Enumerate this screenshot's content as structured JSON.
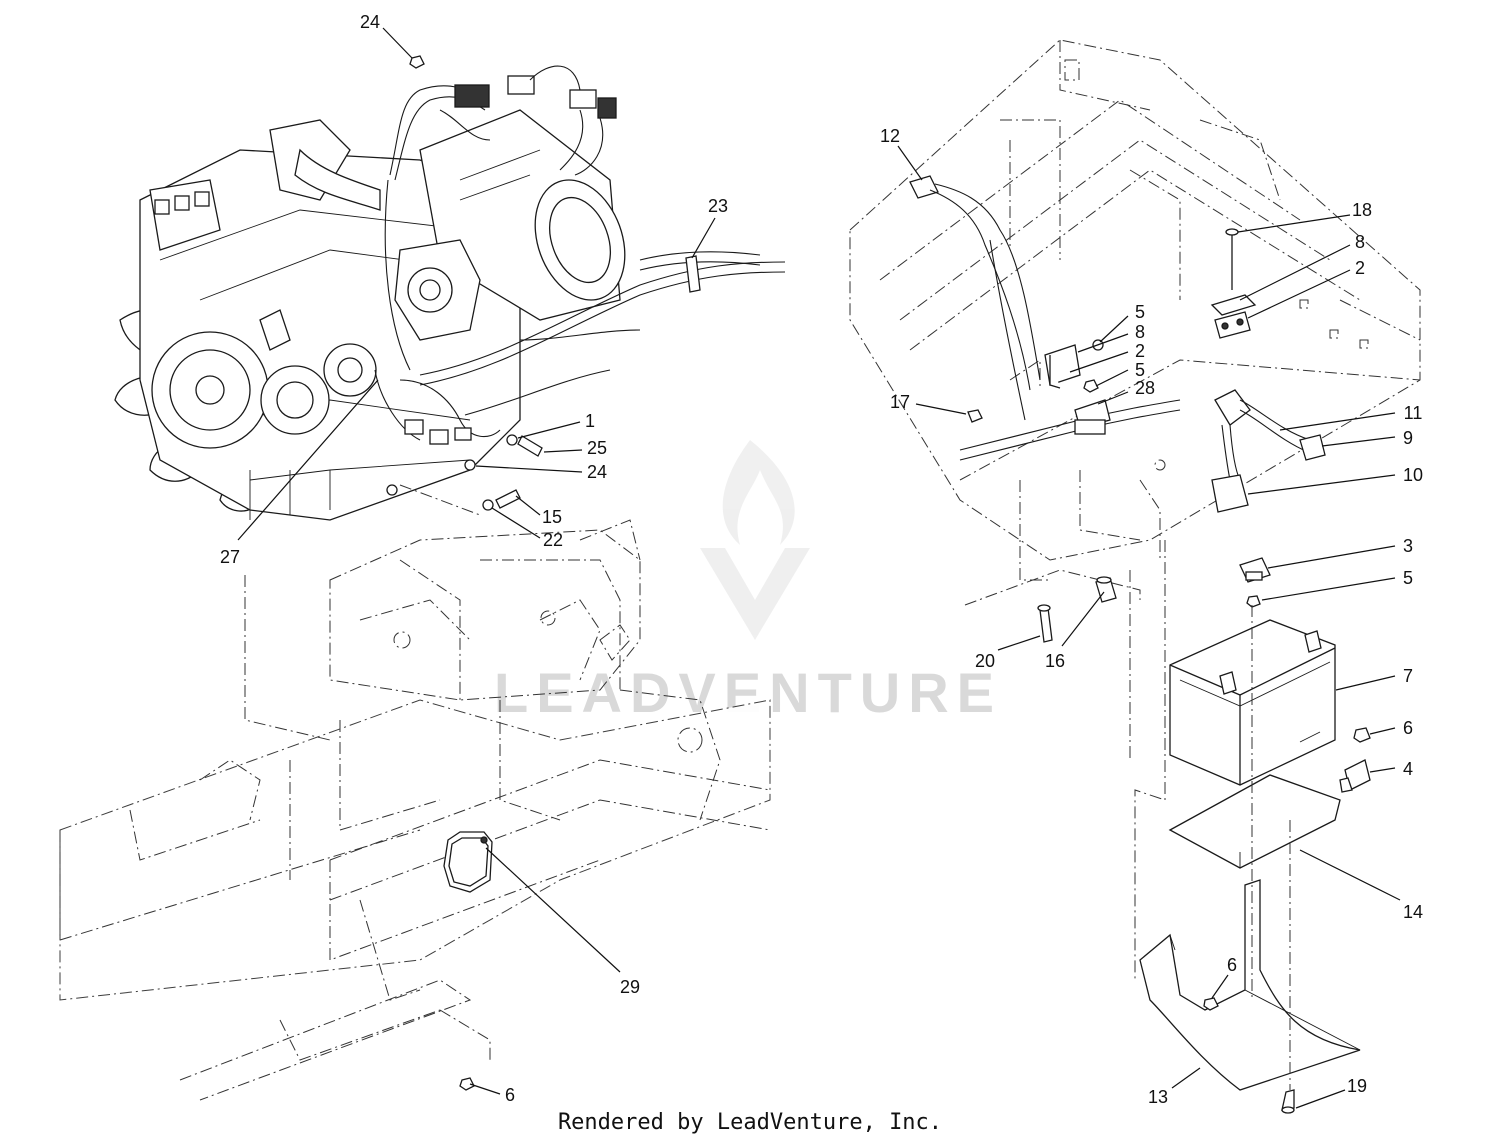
{
  "footer": {
    "text": "Rendered by LeadVenture, Inc."
  },
  "watermark": {
    "text": "LEADVENTURE"
  },
  "callouts": [
    {
      "id": "c-24-top",
      "label": "24"
    },
    {
      "id": "c-23",
      "label": "23"
    },
    {
      "id": "c-1",
      "label": "1"
    },
    {
      "id": "c-25",
      "label": "25"
    },
    {
      "id": "c-24-mid",
      "label": "24"
    },
    {
      "id": "c-15",
      "label": "15"
    },
    {
      "id": "c-22",
      "label": "22"
    },
    {
      "id": "c-27",
      "label": "27"
    },
    {
      "id": "c-29",
      "label": "29"
    },
    {
      "id": "c-6-bottom",
      "label": "6"
    },
    {
      "id": "c-12",
      "label": "12"
    },
    {
      "id": "c-18",
      "label": "18"
    },
    {
      "id": "c-8-right",
      "label": "8"
    },
    {
      "id": "c-2-right",
      "label": "2"
    },
    {
      "id": "c-5-a",
      "label": "5"
    },
    {
      "id": "c-8-mid",
      "label": "8"
    },
    {
      "id": "c-2-mid",
      "label": "2"
    },
    {
      "id": "c-5-b",
      "label": "5"
    },
    {
      "id": "c-28",
      "label": "28"
    },
    {
      "id": "c-17",
      "label": "17"
    },
    {
      "id": "c-11",
      "label": "11"
    },
    {
      "id": "c-9",
      "label": "9"
    },
    {
      "id": "c-10",
      "label": "10"
    },
    {
      "id": "c-3",
      "label": "3"
    },
    {
      "id": "c-5-c",
      "label": "5"
    },
    {
      "id": "c-20",
      "label": "20"
    },
    {
      "id": "c-16",
      "label": "16"
    },
    {
      "id": "c-7",
      "label": "7"
    },
    {
      "id": "c-6-right",
      "label": "6"
    },
    {
      "id": "c-4",
      "label": "4"
    },
    {
      "id": "c-14",
      "label": "14"
    },
    {
      "id": "c-6-tray",
      "label": "6"
    },
    {
      "id": "c-13",
      "label": "13"
    },
    {
      "id": "c-19",
      "label": "19"
    }
  ]
}
